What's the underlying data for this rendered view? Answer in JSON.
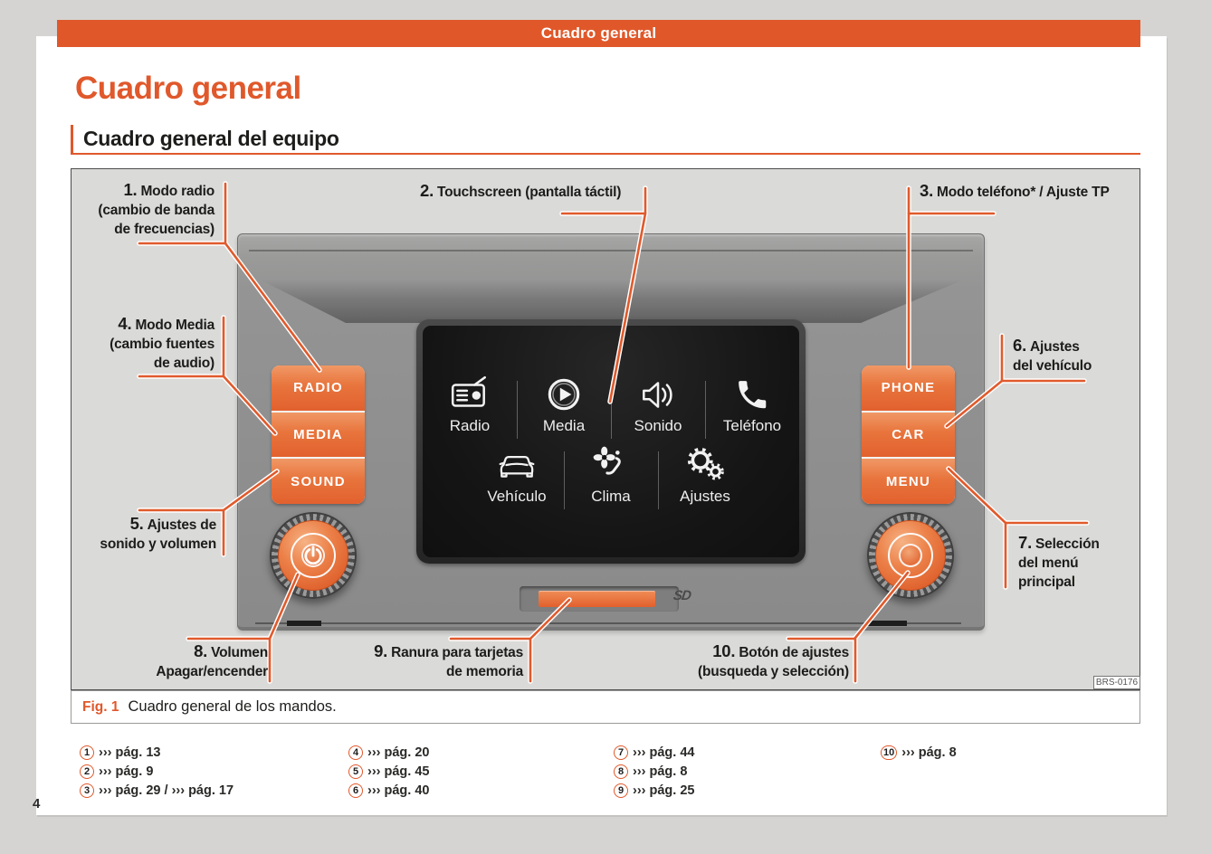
{
  "header": {
    "title": "Cuadro general"
  },
  "headings": {
    "h1": "Cuadro general",
    "section": "Cuadro general del equipo"
  },
  "figure": {
    "caption_label": "Fig. 1",
    "caption_text": "Cuadro general de los mandos.",
    "image_code": "BRS-0176",
    "sd_logo": "SD",
    "left_buttons": [
      "RADIO",
      "MEDIA",
      "SOUND"
    ],
    "right_buttons": [
      "PHONE",
      "CAR",
      "MENU"
    ],
    "screen_row1": [
      {
        "icon": "radio-icon",
        "label": "Radio"
      },
      {
        "icon": "media-icon",
        "label": "Media"
      },
      {
        "icon": "sound-icon",
        "label": "Sonido"
      },
      {
        "icon": "phone-icon",
        "label": "Teléfono"
      }
    ],
    "screen_row2": [
      {
        "icon": "car-icon",
        "label": "Vehículo"
      },
      {
        "icon": "climate-icon",
        "label": "Clima"
      },
      {
        "icon": "gears-icon",
        "label": "Ajustes"
      }
    ],
    "callouts": [
      {
        "num": "1.",
        "lines": [
          "Modo radio",
          "(cambio de banda",
          "de frecuencias)"
        ]
      },
      {
        "num": "2.",
        "lines": [
          "Touchscreen (pantalla táctil)"
        ]
      },
      {
        "num": "3.",
        "lines": [
          "Modo teléfono* / Ajuste TP"
        ]
      },
      {
        "num": "4.",
        "lines": [
          "Modo Media",
          "(cambio fuentes",
          "de audio)"
        ]
      },
      {
        "num": "5.",
        "lines": [
          "Ajustes de",
          "sonido y volumen"
        ]
      },
      {
        "num": "6.",
        "lines": [
          "Ajustes",
          "del vehículo"
        ]
      },
      {
        "num": "7.",
        "lines": [
          "Selección",
          "del menú",
          "principal"
        ]
      },
      {
        "num": "8.",
        "lines": [
          "Volumen",
          "Apagar/encender"
        ]
      },
      {
        "num": "9.",
        "lines": [
          "Ranura para tarjetas",
          "de memoria"
        ]
      },
      {
        "num": "10.",
        "lines": [
          "Botón de ajustes",
          "(busqueda y selección)"
        ]
      }
    ]
  },
  "footnotes": {
    "cols": [
      {
        "items": [
          {
            "num": "1",
            "text": "››› pág. 13"
          },
          {
            "num": "2",
            "text": "››› pág. 9"
          },
          {
            "num": "3",
            "text": "››› pág. 29 / ››› pág. 17"
          }
        ]
      },
      {
        "items": [
          {
            "num": "4",
            "text": "››› pág. 20"
          },
          {
            "num": "5",
            "text": "››› pág. 45"
          },
          {
            "num": "6",
            "text": "››› pág. 40"
          }
        ]
      },
      {
        "items": [
          {
            "num": "7",
            "text": "››› pág. 44"
          },
          {
            "num": "8",
            "text": "››› pág. 8"
          },
          {
            "num": "9",
            "text": "››› pág. 25"
          }
        ]
      },
      {
        "items": [
          {
            "num": "10",
            "text": "››› pág. 8"
          }
        ]
      }
    ]
  },
  "page": {
    "number": "4"
  },
  "colors": {
    "accent_orange": "#e0582a",
    "page_background": "#d5d4d2",
    "figure_background": "#dadad8",
    "device_gray": "#8f8f8f",
    "screen_black": "#151515"
  }
}
